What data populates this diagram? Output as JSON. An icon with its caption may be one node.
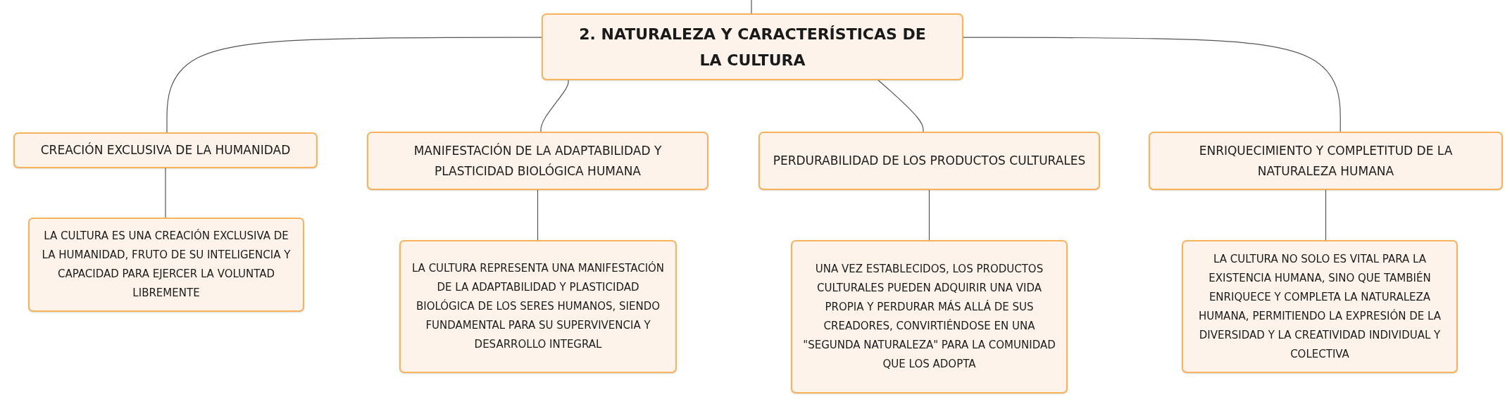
{
  "diagram": {
    "nodes": [
      {
        "text": [
          "2. NATURALEZA Y CARACTERÍSTICAS DE LA CULTURA"
        ]
      },
      {
        "text": [
          "CREACIÓN EXCLUSIVA DE LA HUMANIDAD"
        ]
      },
      {
        "text": [
          "MANIFESTACIÓN DE LA ADAPTABILIDAD Y PLASTICIDAD BIOLÓGICA HUMANA"
        ]
      },
      {
        "text": [
          "PERDURABILIDAD DE LOS PRODUCTOS CULTURALES"
        ]
      },
      {
        "text": [
          "ENRIQUECIMIENTO Y COMPLETITUD DE LA NATURALEZA HUMANA"
        ]
      },
      {
        "text": [
          "LA CULTURA ES UNA CREACIÓN EXCLUSIVA DE LA HUMANIDAD, FRUTO DE SU INTELIGENCIA Y CAPACIDAD PARA EJERCER LA VOLUNTAD LIBREMENTE"
        ]
      },
      {
        "text": [
          "LA CULTURA REPRESENTA UNA MANIFESTACIÓN DE LA ADAPTABILIDAD Y PLASTICIDAD BIOLÓGICA DE LOS SERES HUMANOS, SIENDO FUNDAMENTAL PARA SU SUPERVIVENCIA Y DESARROLLO INTEGRAL"
        ]
      },
      {
        "text": [
          "UNA VEZ ESTABLECIDOS, LOS PRODUCTOS CULTURALES PUEDEN ADQUIRIR UNA VIDA PROPIA Y PERDURAR MÁS ALLÁ DE SUS CREADORES, CONVIRTIÉNDOSE EN UNA \"SEGUNDA NATURALEZA\" PARA LA COMUNIDAD QUE LOS ADOPTA"
        ]
      },
      {
        "text": [
          "LA CULTURA NO SOLO ES VITAL PARA LA EXISTENCIA HUMANA, SINO QUE TAMBIÉN ENRIQUECE Y COMPLETA LA NATURALEZA HUMANA, PERMITIENDO LA EXPRESIÓN DE LA DIVERSIDAD Y LA CREATIVIDAD INDIVIDUAL Y COLECTIVA"
        ]
      }
    ],
    "edges": [
      {
        "from": null,
        "to": 0,
        "arrow": "none"
      },
      {
        "from": 0,
        "to": 1,
        "arrow": "none"
      },
      {
        "from": 0,
        "to": 2,
        "arrow": "none"
      },
      {
        "from": 0,
        "to": 3,
        "arrow": "none"
      },
      {
        "from": 0,
        "to": 4,
        "arrow": "none"
      },
      {
        "from": 1,
        "to": 5,
        "arrow": "none"
      },
      {
        "from": 2,
        "to": 6,
        "arrow": "none"
      },
      {
        "from": 3,
        "to": 7,
        "arrow": "none"
      },
      {
        "from": 4,
        "to": 8,
        "arrow": "none"
      }
    ]
  }
}
